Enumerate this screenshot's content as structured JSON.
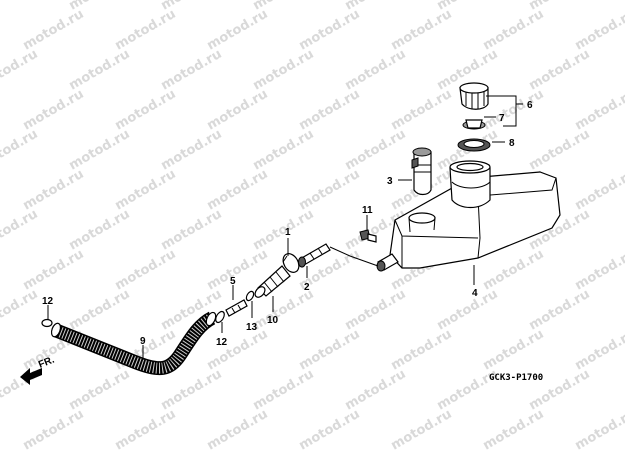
{
  "diagram": {
    "watermark_text": "motod.ru",
    "code": "GCK3-P1700",
    "direction_label": "FR.",
    "callouts": {
      "c1": "1",
      "c2": "2",
      "c3": "3",
      "c4": "4",
      "c5": "5",
      "c6": "6",
      "c7": "7",
      "c8": "8",
      "c9": "9",
      "c10": "10",
      "c11": "11",
      "c12a": "12",
      "c12b": "12",
      "c13": "13"
    }
  }
}
